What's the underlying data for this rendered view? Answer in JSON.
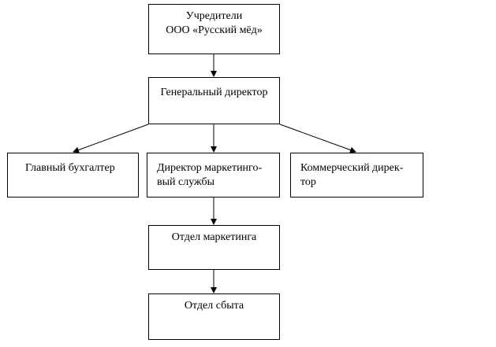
{
  "nodes": {
    "founders": "Учредители\nООО «Русский мёд»",
    "general_director": "Генеральный директор",
    "chief_accountant": "Главный бухгалтер",
    "marketing_director": "Директор маркетинго-\nвый службы",
    "commercial_director": "Коммерческий дирек-\nтор",
    "marketing_department": "Отдел маркетинга",
    "sales_department": "Отдел сбыта"
  },
  "edges": [
    {
      "from": "founders",
      "to": "general_director"
    },
    {
      "from": "general_director",
      "to": "chief_accountant"
    },
    {
      "from": "general_director",
      "to": "marketing_director"
    },
    {
      "from": "general_director",
      "to": "commercial_director"
    },
    {
      "from": "marketing_director",
      "to": "marketing_department"
    },
    {
      "from": "marketing_department",
      "to": "sales_department"
    }
  ],
  "colors": {
    "line": "#000000",
    "box_border": "#000000",
    "background": "#ffffff"
  }
}
